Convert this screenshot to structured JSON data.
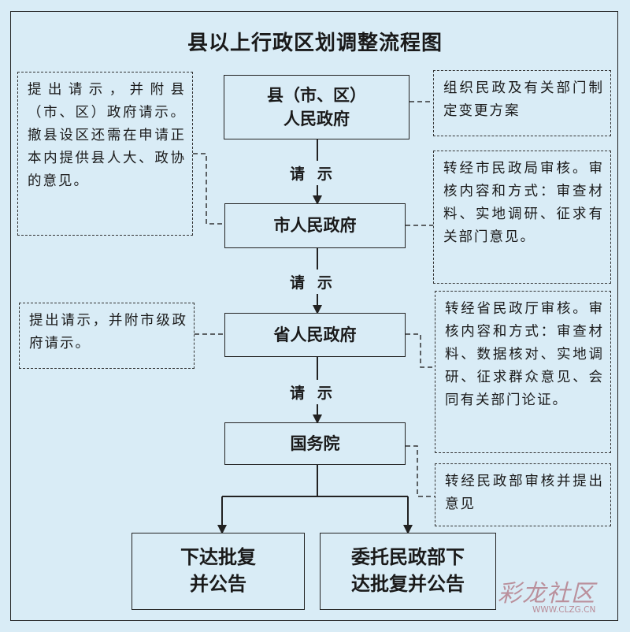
{
  "title": "县以上行政区划调整流程图",
  "nodes": {
    "county": "县（市、区）\n人民政府",
    "city": "市人民政府",
    "province": "省人民政府",
    "state_council": "国务院",
    "issue_approval": "下达批复\n并公告",
    "delegate_mca": "委托民政部下\n达批复并公告"
  },
  "edge_label": "请示",
  "notes": {
    "left_county": "提出请示，并附县（市、区）政府请示。撤县设区还需在申请正本内提供县人大、政协的意见。",
    "left_city": "提出请示，并附市级政府请示。",
    "right_county": "组织民政及有关部门制定变更方案",
    "right_city": "转经市民政局审核。审核内容和方式：审查材料、实地调研、征求有关部门意见。",
    "right_province": "转经省民政厅审核。审核内容和方式：审查材料、数据核对、实地调研、征求群众意见、会同有关部门论证。",
    "right_state_council": "转经民政部审核并提出意见"
  },
  "watermark": {
    "logo_text": "彩龙社区",
    "url": "WWW.CLZG.CN"
  },
  "colors": {
    "background": "#d9ecf6",
    "line": "#222222",
    "watermark": "#b37a86"
  }
}
